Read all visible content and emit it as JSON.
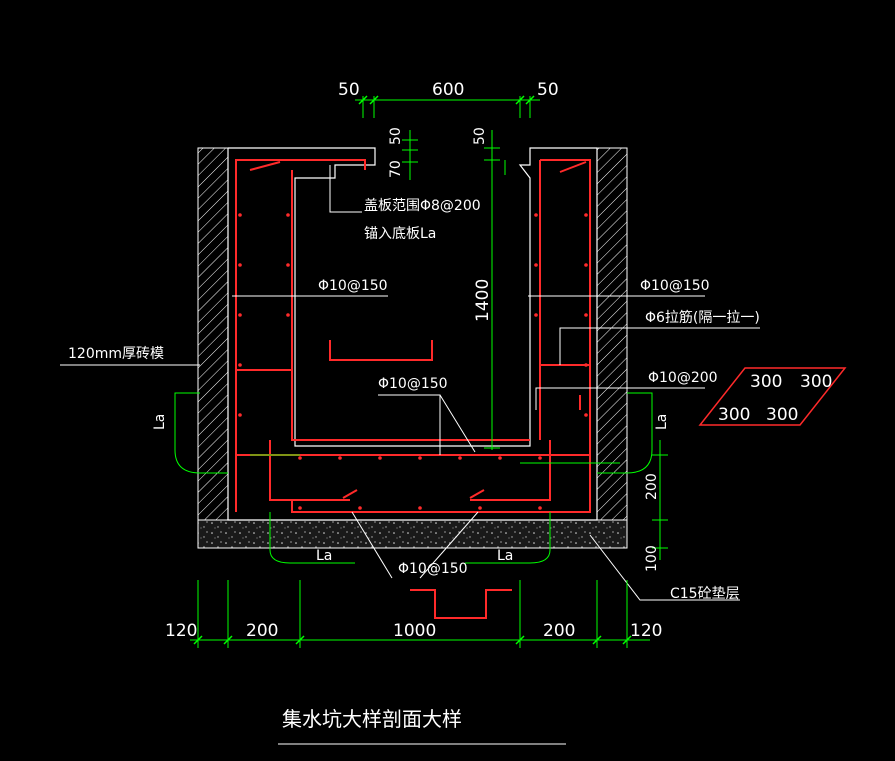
{
  "drawing": {
    "title": "集水坑大样剖面大样",
    "colors": {
      "background": "#000000",
      "rebar": "#ff2a2a",
      "dimension": "#00ff00",
      "outline": "#ffffff"
    }
  },
  "dimensions": {
    "top": [
      "50",
      "600",
      "50"
    ],
    "bottom": [
      "120",
      "200",
      "1000",
      "200",
      "120"
    ],
    "left_vertical": [
      "50",
      "70"
    ],
    "inner_vertical": [
      "50"
    ],
    "depth": "1400",
    "right_vertical": [
      "200",
      "100"
    ],
    "anchor_left": "La",
    "anchor_right": "La",
    "anchor_bottom_left": "La",
    "anchor_bottom_right": "La"
  },
  "annotations": {
    "cover_rebar": "盖板范围Φ8@200",
    "anchor_note": "锚入底板La",
    "wall_left_rebar": "Φ10@150",
    "wall_right_rebar": "Φ10@150",
    "tie_bar": "Φ6拉筋(隔一拉一)",
    "brick_mold": "120mm厚砖模",
    "bottom_inner_rebar": "Φ10@150",
    "bottom_right_rebar": "Φ10@200",
    "bottom_outer_rebar": "Φ10@150",
    "cushion": "C15砼垫层"
  },
  "plan_detail": {
    "top_left": "300",
    "top_right": "300",
    "bottom_left": "300",
    "bottom_right": "300"
  }
}
